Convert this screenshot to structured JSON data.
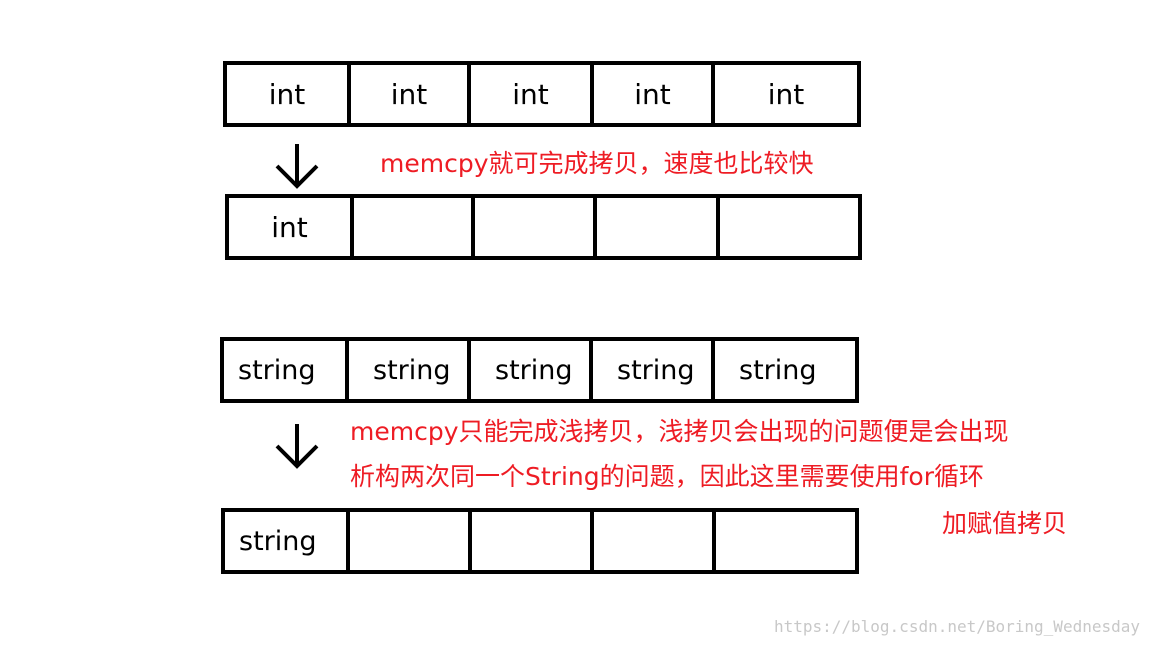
{
  "int_section": {
    "source_cells": [
      "int",
      "int",
      "int",
      "int",
      "int"
    ],
    "dest_cells": [
      "int",
      "",
      "",
      "",
      ""
    ],
    "note": "memcpy就可完成拷贝，速度也比较快"
  },
  "string_section": {
    "source_cells": [
      "string",
      "string",
      "string",
      "string",
      "string"
    ],
    "dest_cells": [
      "string",
      "",
      "",
      "",
      ""
    ],
    "note_line1": "memcpy只能完成浅拷贝，浅拷贝会出现的问题便是会出现",
    "note_line2": "析构两次同一个String的问题，因此这里需要使用for循环",
    "note_line3": "加赋值拷贝"
  },
  "watermark": "https://blog.csdn.net/Boring_Wednesday",
  "colors": {
    "annotation": "#ee1c24",
    "stroke": "#000000"
  },
  "icons": {
    "arrow": "down-arrow-icon"
  }
}
